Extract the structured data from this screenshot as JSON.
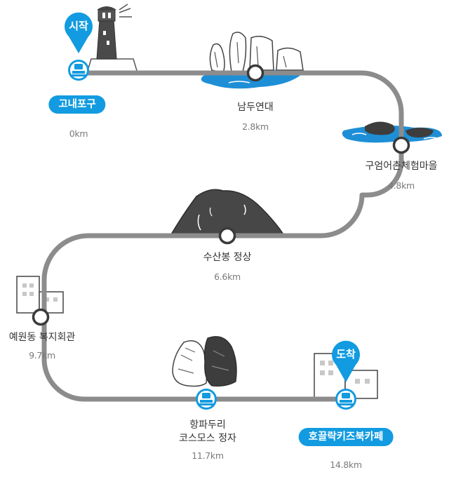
{
  "start_pin": "시작",
  "end_pin": "도착",
  "stops": [
    {
      "name": "고내포구",
      "distance": "0km"
    },
    {
      "name": "남두연대",
      "distance": "2.8km"
    },
    {
      "name": "구엄어촌체험마을",
      "distance": "4.8km"
    },
    {
      "name": "수산봉 정상",
      "distance": "6.6km"
    },
    {
      "name": "예원동 복지회관",
      "distance": "9.7km"
    },
    {
      "name_line1": "항파두리",
      "name_line2": "코스모스 정자",
      "distance": "11.7km"
    },
    {
      "name": "호끌락키즈북카페",
      "distance": "14.8km"
    }
  ],
  "colors": {
    "route": "#8c8c8c",
    "accent": "#129be0",
    "water": "#1e8fd6",
    "sketch": "#4a4a4a"
  }
}
